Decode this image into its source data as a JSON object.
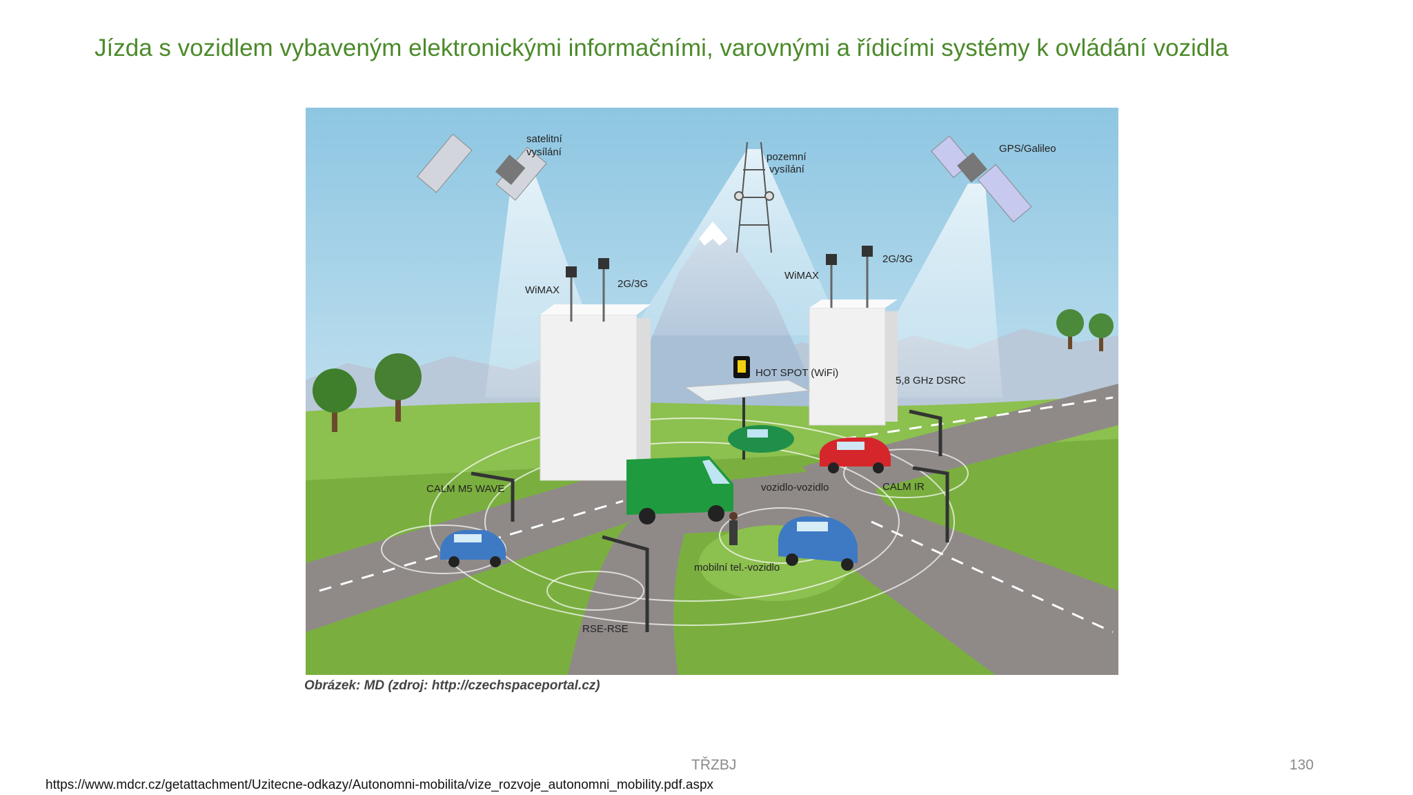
{
  "slide": {
    "title": "Jízda s vozidlem vybaveným elektronickými informačními, varovnými a řídicími systémy k ovládání vozidla",
    "caption": "Obrázek: MD (zdroj: http://czechspaceportal.cz)",
    "footer": "TŘZBJ",
    "page_number": "130",
    "source_url": "https://www.mdcr.cz/getattachment/Uzitecne-odkazy/Autonomni-mobilita/vize_rozvoje_autonomni_mobility.pdf.aspx"
  },
  "illustration": {
    "labels": {
      "sat_left_1": "satelitní",
      "sat_left_2": "vysílání",
      "ground_1": "pozemní",
      "ground_2": "vysílání",
      "gps": "GPS/Galileo",
      "wimax_left": "WiMAX",
      "g23_left": "2G/3G",
      "wimax_right": "WiMAX",
      "g23_right": "2G/3G",
      "hotspot": "HOT SPOT (WiFi)",
      "dsrc": "5,8 GHz DSRC",
      "calm_m5": "CALM M5 WAVE",
      "v2v": "vozidlo-vozidlo",
      "calm_ir": "CALM IR",
      "mobile": "mobilní tel.-vozidlo",
      "rse": "RSE-RSE"
    },
    "colors": {
      "sky": "#8fc7e3",
      "grass": "#7db543",
      "road": "#8a8685",
      "van": "#1f9a3e",
      "red_car": "#d5262b",
      "blue_car": "#3e79c4"
    }
  }
}
